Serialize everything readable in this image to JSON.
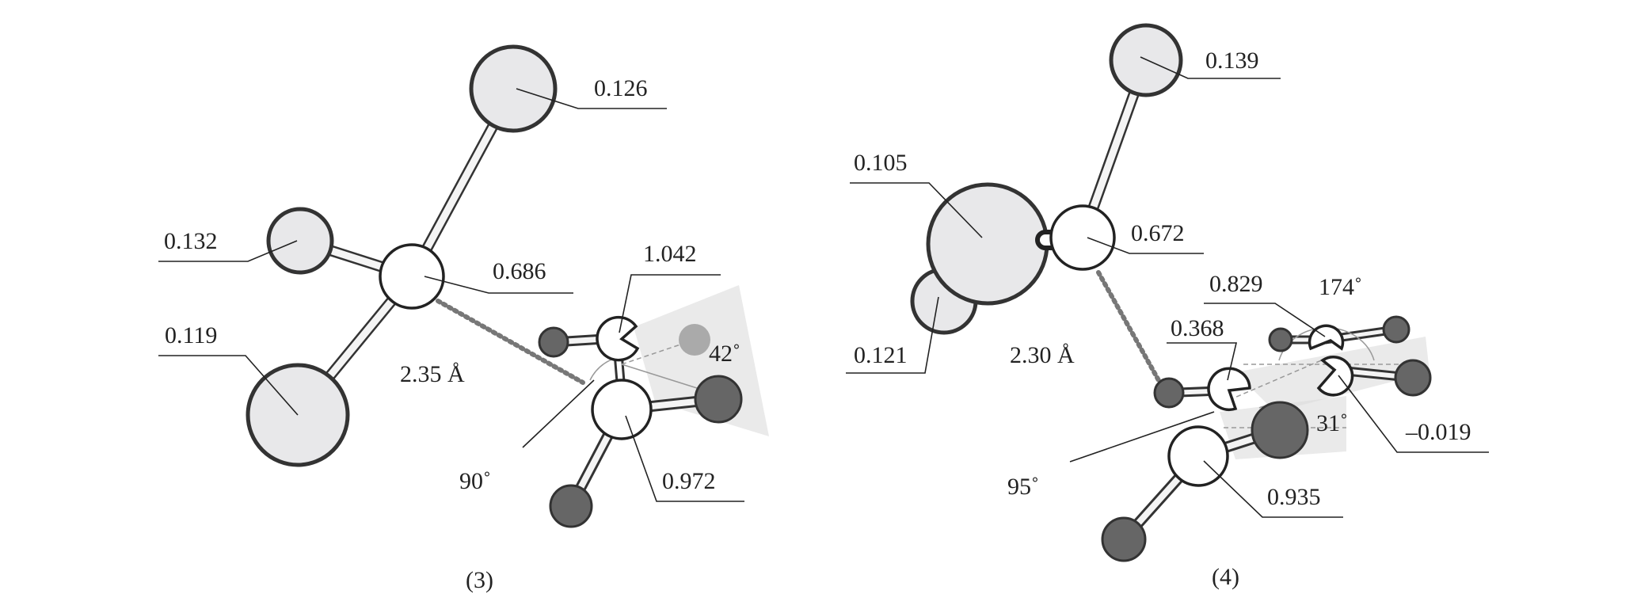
{
  "panel3": {
    "caption": "(3)",
    "charges": {
      "top": "0.126",
      "left": "0.132",
      "center": "0.686",
      "bottom_left": "0.119",
      "carbon_upper": "1.042",
      "carbon_lower": "0.972"
    },
    "distance": "2.35 Å",
    "angles": {
      "attack": "90˚",
      "tilt": "42˚"
    }
  },
  "panel4": {
    "caption": "(4)",
    "charges": {
      "top": "0.139",
      "big": "0.105",
      "behind": "0.121",
      "center": "0.672",
      "c1": "0.368",
      "c2": "0.935",
      "c3": "0.829",
      "c4": "–0.019"
    },
    "distance": "2.30 Å",
    "angles": {
      "attack": "95˚",
      "tilt": "31˚",
      "dihedral": "174˚"
    }
  }
}
